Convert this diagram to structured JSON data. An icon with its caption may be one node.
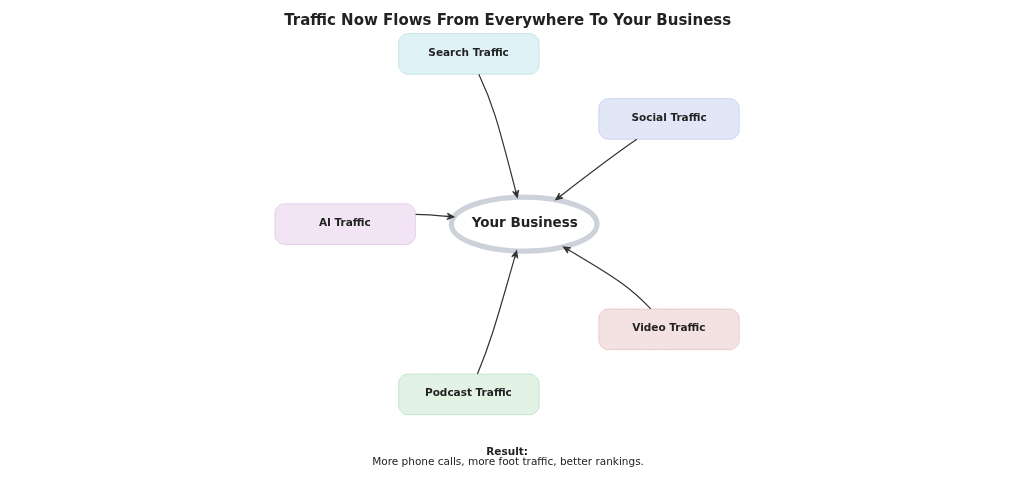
{
  "diagram": {
    "title": "Traffic Now Flows From Everywhere To Your Business",
    "nodes": [
      {
        "text": [
          "Search Traffic"
        ]
      },
      {
        "text": [
          "AI Traffic"
        ]
      },
      {
        "text": [
          "Social Traffic"
        ]
      },
      {
        "text": [
          "Your Business"
        ]
      },
      {
        "text": [
          "Podcast Traffic"
        ]
      },
      {
        "text": [
          "Video Traffic"
        ]
      }
    ],
    "edges": [
      {
        "from": 0,
        "to": 3,
        "arrow": "to"
      },
      {
        "from": 1,
        "to": 3,
        "arrow": "to"
      },
      {
        "from": 2,
        "to": 3,
        "arrow": "to"
      },
      {
        "from": 4,
        "to": 3,
        "arrow": "to"
      },
      {
        "from": 5,
        "to": 3,
        "arrow": "to"
      }
    ],
    "labels": [
      "Result:",
      "More phone calls, more foot traffic, better rankings."
    ]
  }
}
